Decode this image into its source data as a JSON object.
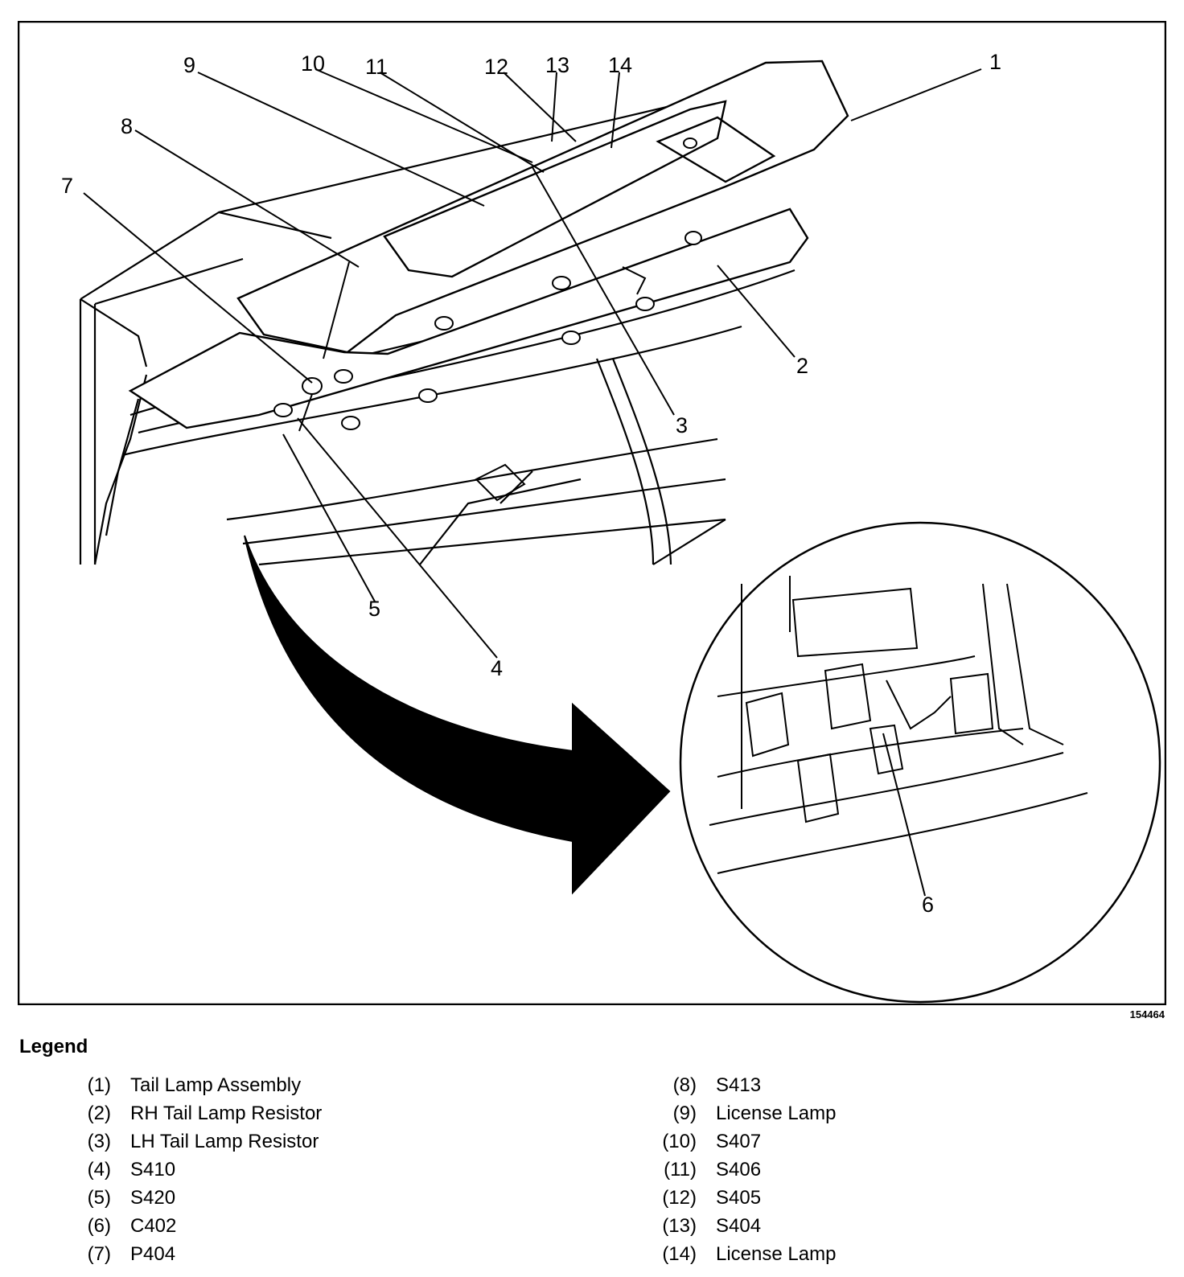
{
  "figure_id": "154464",
  "legend_title": "Legend",
  "callouts": [
    "1",
    "2",
    "3",
    "4",
    "5",
    "6",
    "7",
    "8",
    "9",
    "10",
    "11",
    "12",
    "13",
    "14"
  ],
  "legend_left": [
    {
      "num": "(1)",
      "text": "Tail Lamp Assembly"
    },
    {
      "num": "(2)",
      "text": "RH Tail Lamp Resistor"
    },
    {
      "num": "(3)",
      "text": "LH Tail Lamp Resistor"
    },
    {
      "num": "(4)",
      "text": "S410"
    },
    {
      "num": "(5)",
      "text": "S420"
    },
    {
      "num": "(6)",
      "text": "C402"
    },
    {
      "num": "(7)",
      "text": "P404"
    }
  ],
  "legend_right": [
    {
      "num": "(8)",
      "text": "S413"
    },
    {
      "num": "(9)",
      "text": "License Lamp"
    },
    {
      "num": "(10)",
      "text": "S407"
    },
    {
      "num": "(11)",
      "text": "S406"
    },
    {
      "num": "(12)",
      "text": "S405"
    },
    {
      "num": "(13)",
      "text": "S404"
    },
    {
      "num": "(14)",
      "text": "License Lamp"
    }
  ]
}
